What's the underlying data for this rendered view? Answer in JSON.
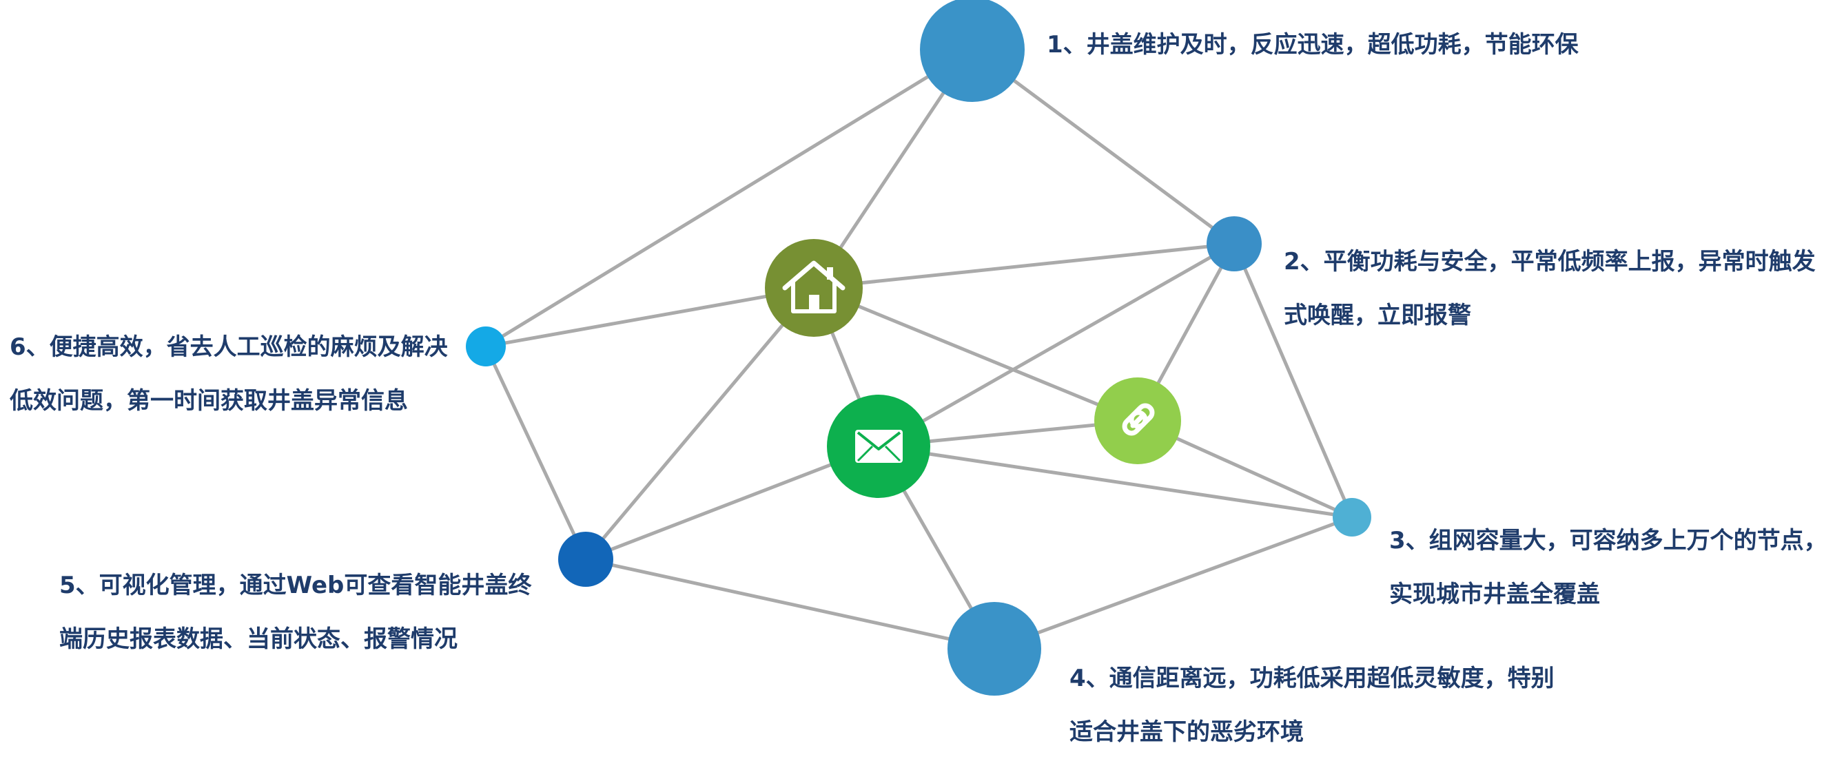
{
  "colors": {
    "edge": "#aaaaaa",
    "text": "#1f3c6b",
    "node_top": "#3a93c8",
    "node_right": "#3a8fc7",
    "node_right_low": "#4fb0d4",
    "node_bottom": "#3a93c8",
    "node_left_low": "#1266b8",
    "node_left": "#14a9e6",
    "home": "#779033",
    "mail": "#0db04e",
    "link": "#92ce4c"
  },
  "nodes": [
    {
      "id": "top",
      "icon": null
    },
    {
      "id": "right",
      "icon": null
    },
    {
      "id": "right_low",
      "icon": null
    },
    {
      "id": "bottom",
      "icon": null
    },
    {
      "id": "left_low",
      "icon": null
    },
    {
      "id": "left",
      "icon": null
    },
    {
      "id": "home",
      "icon": "home-icon"
    },
    {
      "id": "mail",
      "icon": "envelope-icon"
    },
    {
      "id": "link",
      "icon": "link-icon"
    }
  ],
  "edges": [
    [
      "top",
      "left"
    ],
    [
      "top",
      "home"
    ],
    [
      "top",
      "right"
    ],
    [
      "right",
      "home"
    ],
    [
      "right",
      "mail"
    ],
    [
      "right",
      "link"
    ],
    [
      "right",
      "right_low"
    ],
    [
      "right_low",
      "mail"
    ],
    [
      "right_low",
      "link"
    ],
    [
      "right_low",
      "bottom"
    ],
    [
      "bottom",
      "mail"
    ],
    [
      "bottom",
      "left_low"
    ],
    [
      "left_low",
      "home"
    ],
    [
      "left_low",
      "mail"
    ],
    [
      "left_low",
      "left"
    ],
    [
      "left",
      "home"
    ],
    [
      "home",
      "mail"
    ],
    [
      "home",
      "link"
    ],
    [
      "mail",
      "link"
    ]
  ],
  "labels": {
    "item1": {
      "line1": "1、井盖维护及时，反应迅速，超低功耗，节能环保"
    },
    "item2": {
      "line1": "2、平衡功耗与安全，平常低频率上报，异常时触发",
      "line2": "式唤醒，立即报警"
    },
    "item3": {
      "line1": "3、组网容量大，可容纳多上万个的节点，",
      "line2": "实现城市井盖全覆盖"
    },
    "item4": {
      "line1": "4、通信距离远，功耗低采用超低灵敏度，特别",
      "line2": "适合井盖下的恶劣环境"
    },
    "item5": {
      "line1": "5、可视化管理，通过Web可查看智能井盖终",
      "line2": "端历史报表数据、当前状态、报警情况"
    },
    "item6": {
      "line1": "6、便捷高效，省去人工巡检的麻烦及解决",
      "line2": "低效问题，第一时间获取井盖异常信息"
    }
  }
}
